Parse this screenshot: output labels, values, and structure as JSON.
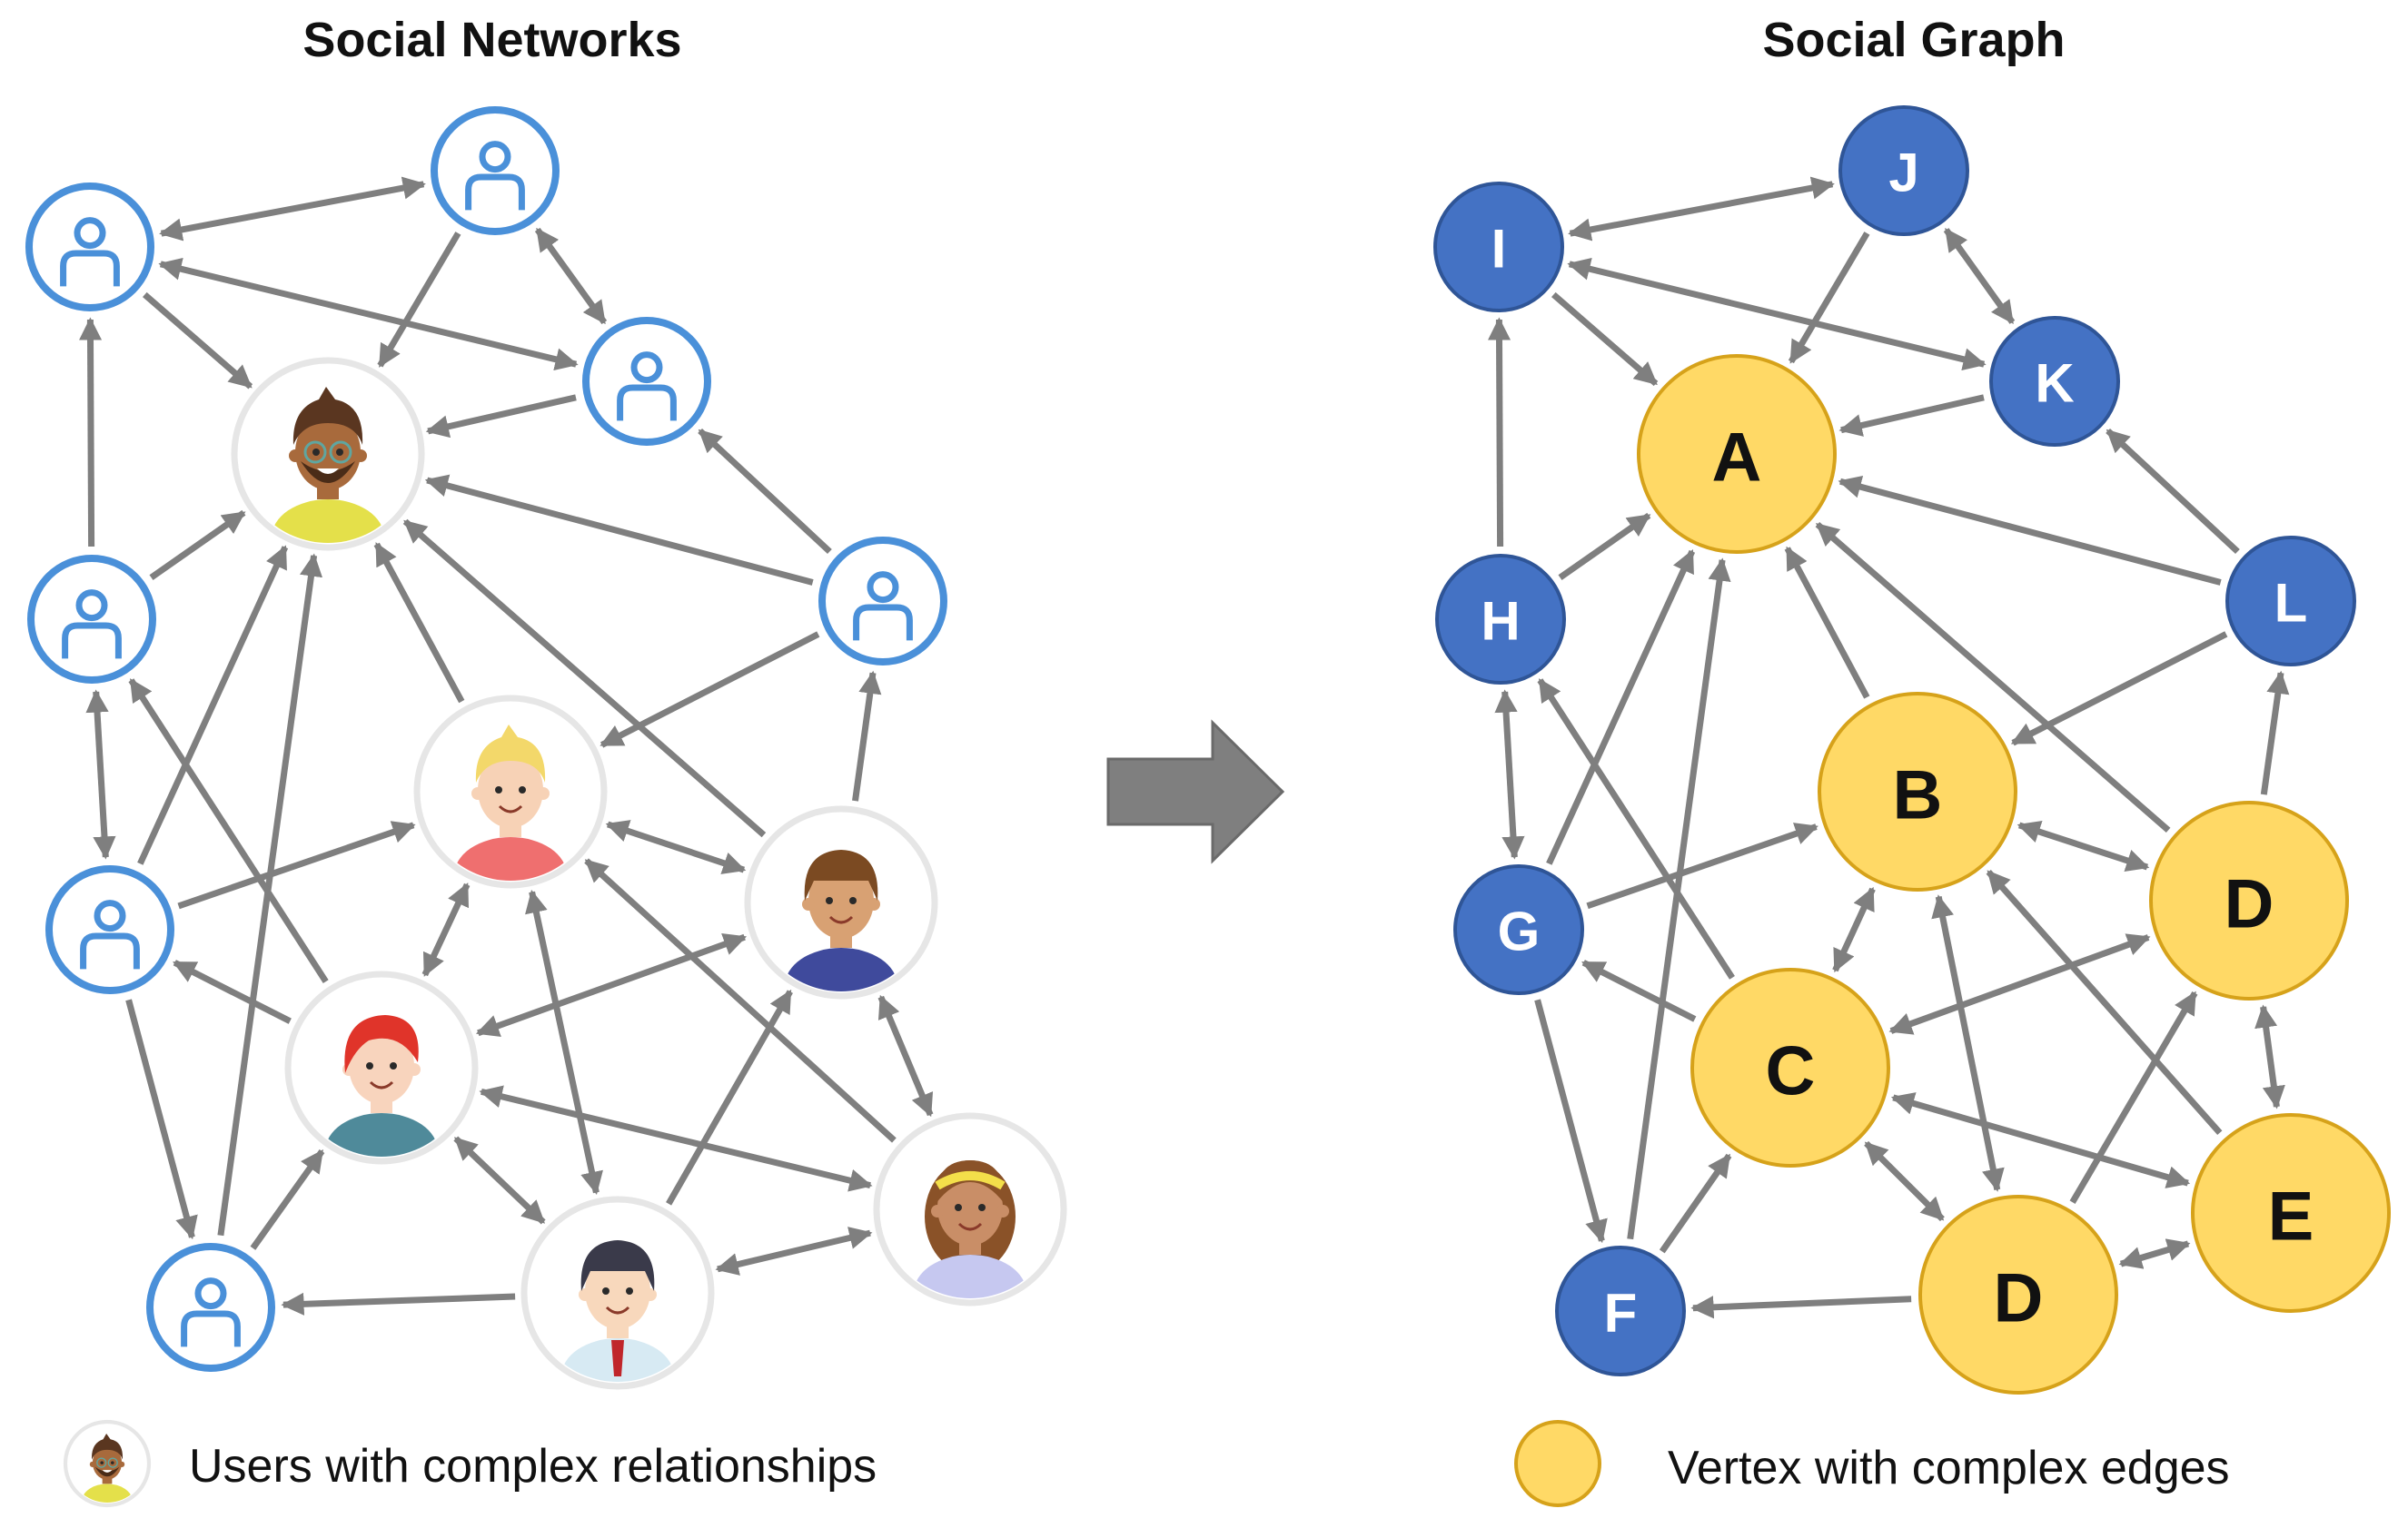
{
  "colors": {
    "edge": "#7f7f7f",
    "user_icon_stroke": "#4a90d9",
    "avatar_ring": "#e6e6e6",
    "blue_vertex": "#4472c4",
    "blue_vertex_stroke": "#2f5597",
    "yellow_vertex": "#ffd966",
    "yellow_vertex_stroke": "#d6a21a",
    "arrow_shape": "#7f7f7f"
  },
  "social_networks": {
    "title": "Social Networks",
    "legend": {
      "icon": "person-avatar-icon",
      "label": "Users with complex relationships"
    },
    "node_icons": {
      "simple": "user-outline-icon",
      "a": "man-with-glasses-avatar",
      "b": "blond-man-avatar",
      "c": "red-hair-woman-avatar",
      "d": "brown-hair-boy-avatar",
      "d2": "dark-hair-man-with-tie-avatar",
      "e": "woman-with-headband-avatar"
    }
  },
  "transform_arrow": {
    "icon": "right-arrow-icon"
  },
  "social_graph": {
    "title": "Social Graph",
    "legend": {
      "icon": "yellow-vertex-icon",
      "label": "Vertex with complex edges"
    },
    "labels": {
      "A": "A",
      "B": "B",
      "C": "C",
      "D": "D",
      "D2": "D",
      "E": "E",
      "F": "F",
      "G": "G",
      "H": "H",
      "I": "I",
      "J": "J",
      "K": "K",
      "L": "L"
    }
  }
}
